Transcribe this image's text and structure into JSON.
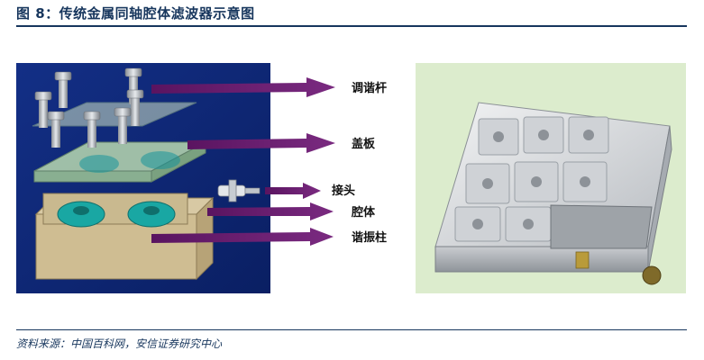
{
  "figure": {
    "title": "图 8：传统金属同轴腔体滤波器示意图",
    "source": "资料来源：中国百科网，安信证券研究中心"
  },
  "diagram": {
    "labels": [
      "调谐杆",
      "盖板",
      "接头",
      "腔体",
      "谐振柱"
    ]
  },
  "colors": {
    "title": "#17365d",
    "arrow": "#6b1a6e",
    "navy_bg": "#0f2a7a",
    "photo_bg": "#dceccd"
  }
}
